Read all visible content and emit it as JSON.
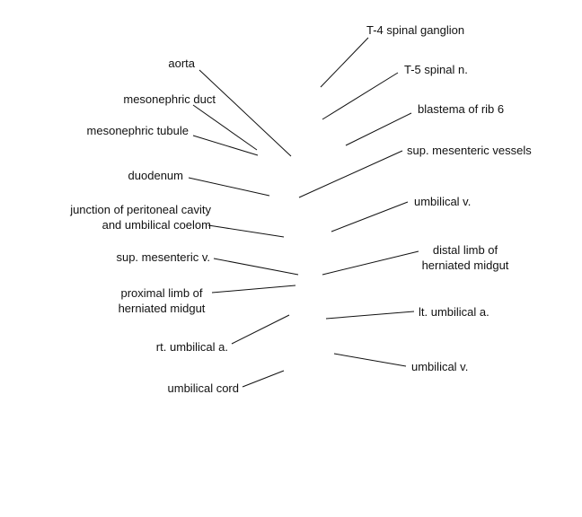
{
  "labels": {
    "t4_ganglion": "T-4 spinal ganglion",
    "aorta": "aorta",
    "t5_nerve": "T-5 spinal n.",
    "mesonephric_duct": "mesonephric duct",
    "blastema_rib6": "blastema of rib 6",
    "mesonephric_tubule": "mesonephric tubule",
    "sup_mes_vessels": "sup. mesenteric vessels",
    "duodenum": "duodenum",
    "umbilical_v_upper": "umbilical v.",
    "junction_line1": "junction of peritoneal cavity",
    "junction_line2": "and umbilical coelom",
    "sup_mes_v": "sup. mesenteric v.",
    "distal_line1": "distal limb of",
    "distal_line2": "herniated midgut",
    "proximal_line1": "proximal limb of",
    "proximal_line2": "herniated midgut",
    "lt_umbilical_a": "lt. umbilical a.",
    "rt_umbilical_a": "rt. umbilical a.",
    "umbilical_v_lower": "umbilical v.",
    "umbilical_cord": "umbilical cord"
  },
  "colors": {
    "line": "#111111",
    "text": "#111111",
    "background": "#ffffff"
  }
}
